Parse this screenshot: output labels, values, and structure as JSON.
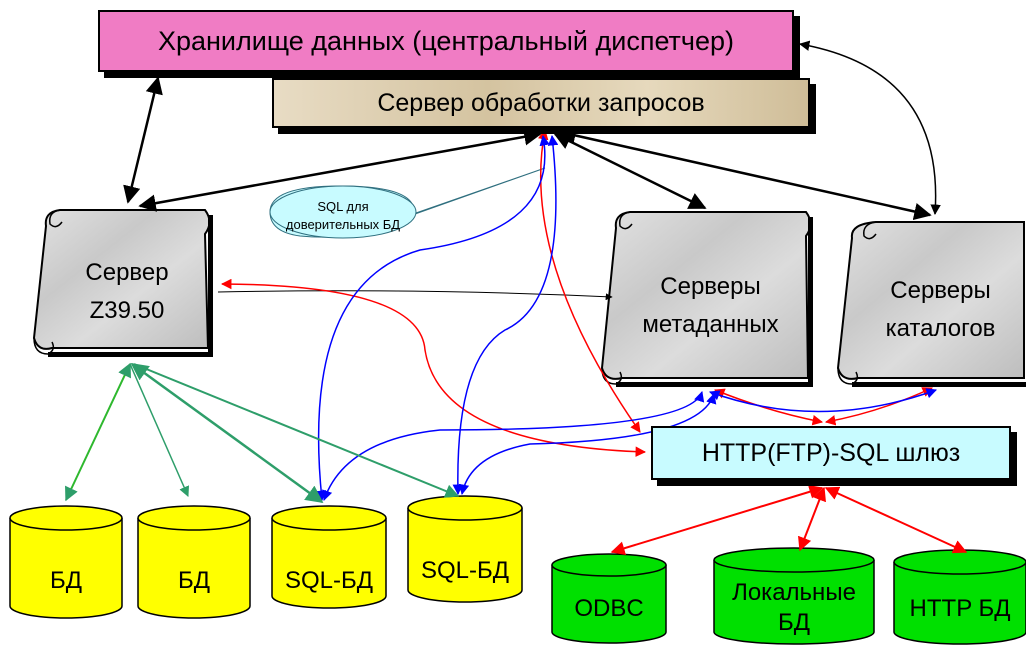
{
  "nodes": {
    "storage": "Хранилище данных (центральный диспетчер)",
    "query_server": "Сервер обработки запросов",
    "z3950": [
      "Сервер",
      "Z39.50"
    ],
    "metadata": [
      "Серверы",
      "метаданных"
    ],
    "catalogs": [
      "Серверы",
      "каталогов"
    ],
    "gateway": "HTTP(FTP)-SQL шлюз",
    "callout": [
      "SQL для",
      "доверительных БД"
    ]
  },
  "databases": {
    "db1": [
      "БД"
    ],
    "db2": [
      "БД"
    ],
    "sql1": [
      "SQL-БД"
    ],
    "sql2": [
      "SQL-БД"
    ],
    "odbc": [
      "ODBC"
    ],
    "local": [
      "Локальные",
      "БД"
    ],
    "http": [
      "HTTP БД"
    ]
  },
  "colors": {
    "storage": "#f07cc4",
    "gateway": "#c8fbff",
    "db_yellow": "#ffff00",
    "db_green": "#00e000",
    "arrow_black": "#000000",
    "arrow_red": "#ff0000",
    "arrow_blue": "#0000ff",
    "arrow_green": "#2e9e6a",
    "callout": "#c8fbff"
  }
}
